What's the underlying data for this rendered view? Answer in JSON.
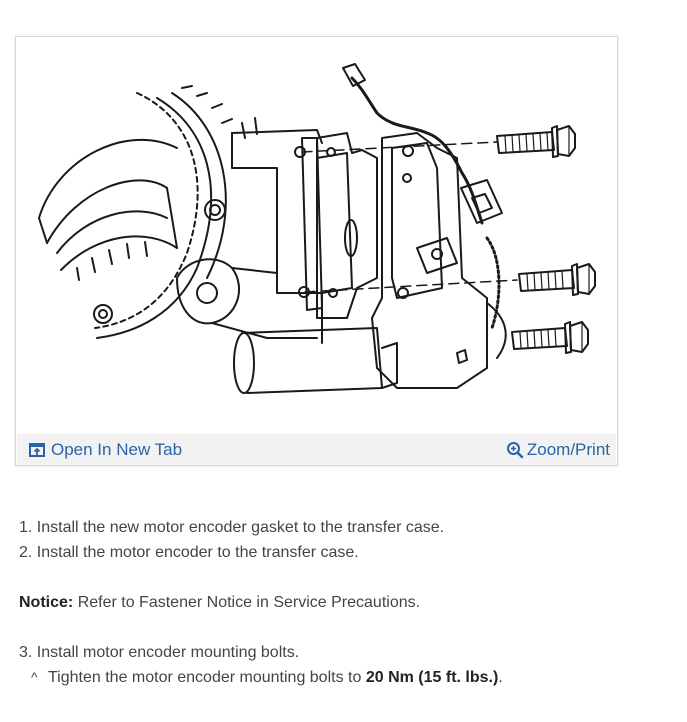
{
  "figure": {
    "open_tab_label": "Open In New Tab",
    "zoom_label": "Zoom/Print",
    "link_color": "#2a63a8",
    "bar_background": "#f2f2f2",
    "open_tab_icon": "open-in-new-tab-icon",
    "zoom_icon": "magnifier-plus-icon"
  },
  "steps": {
    "step1": "1. Install the new motor encoder gasket to the transfer case.",
    "step2": "2. Install the motor encoder to the transfer case.",
    "notice_label": "Notice:",
    "notice_text": "Refer to Fastener Notice in Service Precautions.",
    "step3": "3. Install motor encoder mounting bolts.",
    "sub_marker": "^",
    "sub_text_before": "Tighten the motor encoder mounting bolts to",
    "sub_torque": "20 Nm (15 ft. lbs.)",
    "sub_text_after": "."
  }
}
